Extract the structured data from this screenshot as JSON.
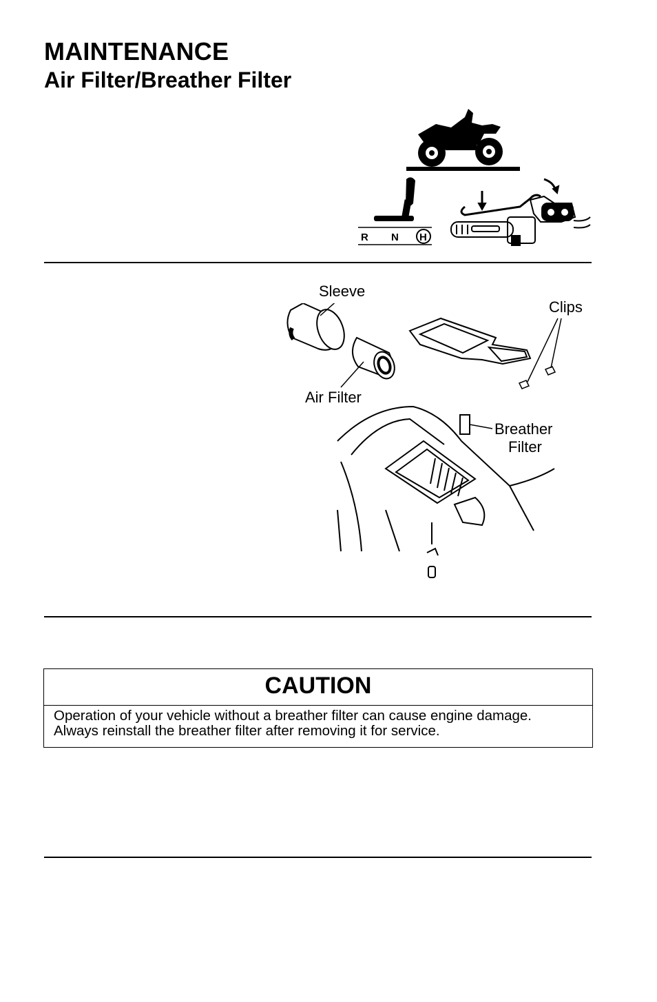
{
  "header": {
    "section": "MAINTENANCE",
    "topic": "Air Filter/Breather Filter"
  },
  "diagram_top": {
    "gear_labels": [
      "R",
      "N",
      "H"
    ]
  },
  "diagram_parts": {
    "labels": {
      "sleeve": "Sleeve",
      "clips": "Clips",
      "air_filter": "Air Filter",
      "breather_line1": "Breather",
      "breather_line2": "Filter"
    }
  },
  "caution": {
    "heading": "CAUTION",
    "line1": "Operation of your vehicle without a breather filter can cause engine damage.",
    "line2": "Always reinstall the breather filter after removing it for service."
  }
}
